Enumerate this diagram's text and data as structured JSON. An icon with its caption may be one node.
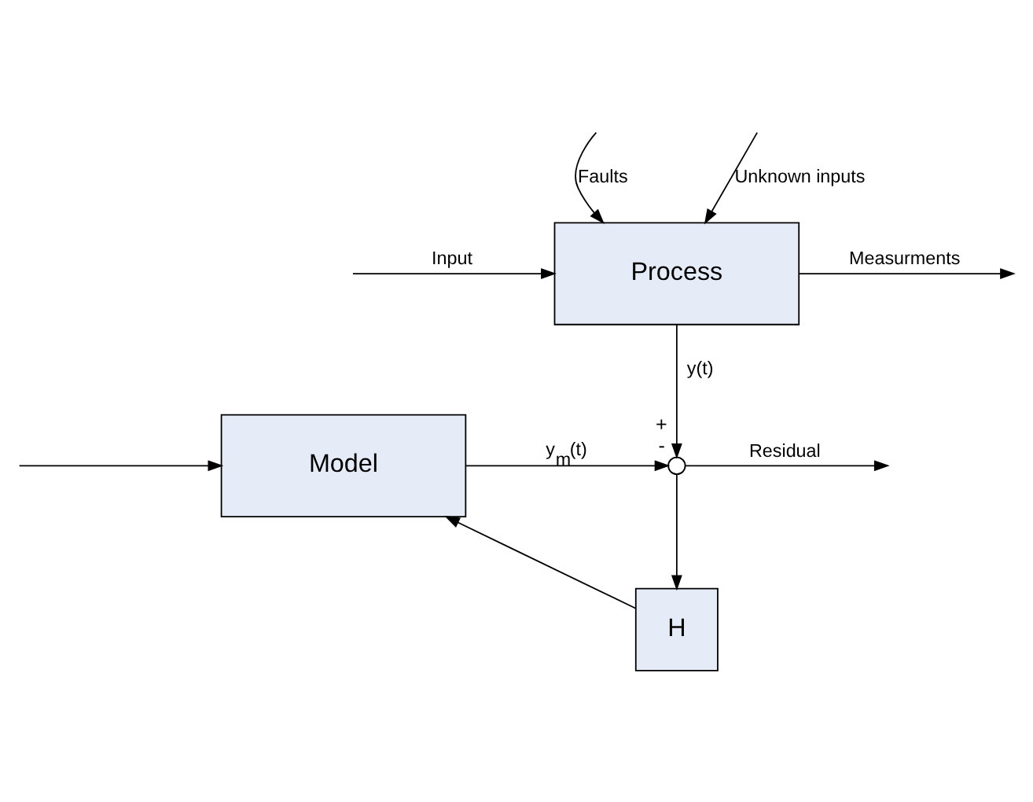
{
  "diagram": {
    "nodes": [
      {
        "text": [
          "Process"
        ]
      },
      {
        "text": [
          "Model"
        ]
      },
      {
        "text": [
          "H"
        ]
      },
      {
        "text": [],
        "shape": "circle",
        "beside": [
          "+",
          "-"
        ]
      }
    ],
    "edges": [
      {
        "from": 0,
        "to": null,
        "arrow": "to",
        "label": "Measurments"
      },
      {
        "from": null,
        "to": 0,
        "arrow": "to",
        "label": "Input"
      },
      {
        "from": null,
        "to": 0,
        "arrow": "to",
        "label": "Faults"
      },
      {
        "from": null,
        "to": 0,
        "arrow": "to",
        "label": "Unknown inputs"
      },
      {
        "from": null,
        "to": 1,
        "arrow": "to"
      },
      {
        "from": 0,
        "to": 3,
        "arrow": "to",
        "label": "y(t)"
      },
      {
        "from": 1,
        "to": 3,
        "arrow": "to",
        "label": "y$_{m}$(t)"
      },
      {
        "from": 3,
        "to": null,
        "arrow": "to",
        "label": "Residual"
      },
      {
        "from": 3,
        "to": 2,
        "arrow": "to"
      },
      {
        "from": 2,
        "to": 1,
        "arrow": "to"
      }
    ]
  }
}
